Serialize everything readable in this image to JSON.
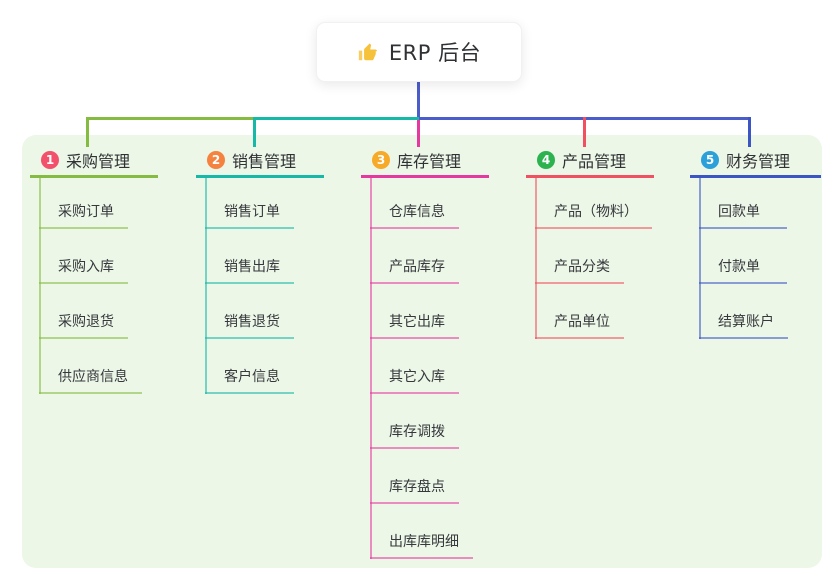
{
  "root": {
    "icon": "thumbs-up-icon",
    "label": "ERP 后台"
  },
  "colors": {
    "root-line": "#4b5ccb",
    "panel-bg": "#ecf7e7",
    "text-dark": "#2f3134",
    "text-item": "#36383d",
    "thumb-yellow": "#f6c23c",
    "b1-line": "#85bb40",
    "b1-soft": "#85bb4090",
    "b1-badge": "#f3506c",
    "b2-line": "#16b9a8",
    "b2-soft": "#16b9a890",
    "b2-badge": "#f5823e",
    "b3-line": "#e6399f",
    "b3-soft": "#e6399f90",
    "b3-badge": "#f7a928",
    "b4-line": "#f05060",
    "b4-soft": "#f0506090",
    "b4-badge": "#2cb350",
    "b5-line": "#3c55c5",
    "b5-soft": "#3c55c590",
    "b5-badge": "#2ba0d9"
  },
  "branches": [
    {
      "num": "1",
      "label": "采购管理",
      "items": [
        "采购订单",
        "采购入库",
        "采购退货",
        "供应商信息"
      ]
    },
    {
      "num": "2",
      "label": "销售管理",
      "items": [
        "销售订单",
        "销售出库",
        "销售退货",
        "客户信息"
      ]
    },
    {
      "num": "3",
      "label": "库存管理",
      "items": [
        "仓库信息",
        "产品库存",
        "其它出库",
        "其它入库",
        "库存调拨",
        "库存盘点",
        "出库库明细"
      ]
    },
    {
      "num": "4",
      "label": "产品管理",
      "items": [
        "产品（物料）",
        "产品分类",
        "产品单位"
      ]
    },
    {
      "num": "5",
      "label": "财务管理",
      "items": [
        "回款单",
        "付款单",
        "结算账户"
      ]
    }
  ]
}
